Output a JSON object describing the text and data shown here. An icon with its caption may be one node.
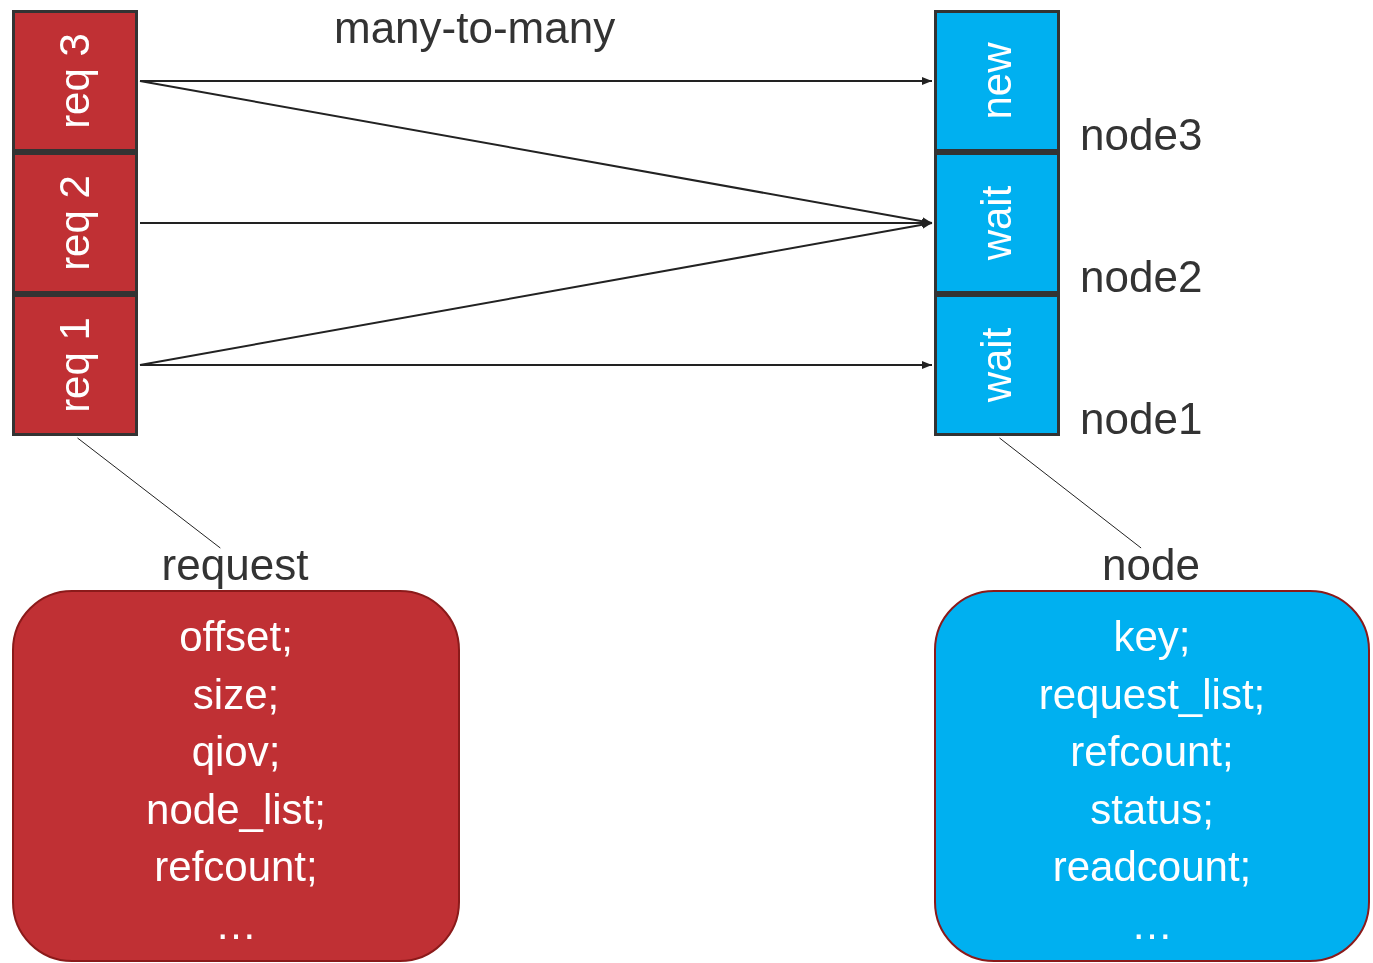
{
  "diagram": {
    "nodes": [
      {
        "text": [
          "req 3"
        ]
      },
      {
        "text": [
          "req 2"
        ]
      },
      {
        "text": [
          "req 1"
        ]
      },
      {
        "text": [
          "new"
        ],
        "beside": [
          "node3"
        ]
      },
      {
        "text": [
          "wait"
        ],
        "beside": [
          "node2"
        ]
      },
      {
        "text": [
          "wait"
        ],
        "beside": [
          "node1"
        ]
      },
      {
        "text": [
          "request",
          "offset;",
          "size;",
          "qiov;",
          "node_list;",
          "refcount;",
          "…"
        ]
      },
      {
        "text": [
          "node",
          "key;",
          "request_list;",
          "refcount;",
          "status;",
          "readcount;",
          "…"
        ]
      }
    ],
    "edges": [
      {
        "from": 0,
        "to": 3,
        "arrow": "to"
      },
      {
        "from": 0,
        "to": 4,
        "arrow": "to"
      },
      {
        "from": 1,
        "to": 4,
        "arrow": "to"
      },
      {
        "from": 2,
        "to": 4,
        "arrow": "to"
      },
      {
        "from": 2,
        "to": 5,
        "arrow": "to"
      },
      {
        "from": 6,
        "to": 2,
        "arrow": "none"
      },
      {
        "from": 7,
        "to": 5,
        "arrow": "none"
      }
    ],
    "labels": [
      "many-to-many"
    ]
  }
}
